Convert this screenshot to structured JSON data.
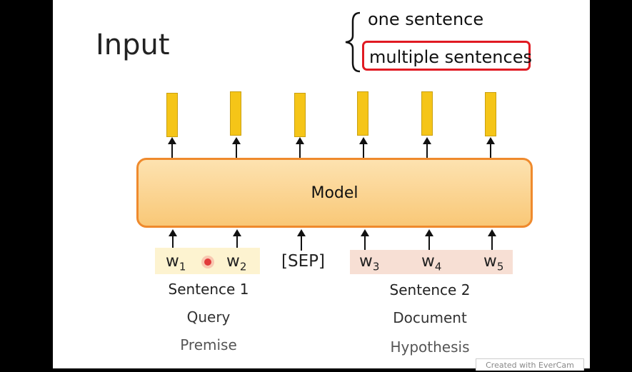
{
  "slide": {
    "title": "Input",
    "options": [
      "one sentence",
      "multiple sentences"
    ],
    "model_label": "Model",
    "tokens": {
      "w1": "w",
      "w1_sub": "1",
      "w2": "w",
      "w2_sub": "2",
      "sep": "[SEP]",
      "w3": "w",
      "w3_sub": "3",
      "w4": "w",
      "w4_sub": "4",
      "w5": "w",
      "w5_sub": "5"
    },
    "left_labels": [
      "Sentence 1",
      "Query",
      "Premise"
    ],
    "right_labels": [
      "Sentence 2",
      "Document",
      "Hypothesis"
    ],
    "colors": {
      "accent_red": "#e01a22",
      "model_border": "#ef8a2d",
      "output_bar": "#f5c518"
    }
  },
  "watermark": "Created with EverCam"
}
